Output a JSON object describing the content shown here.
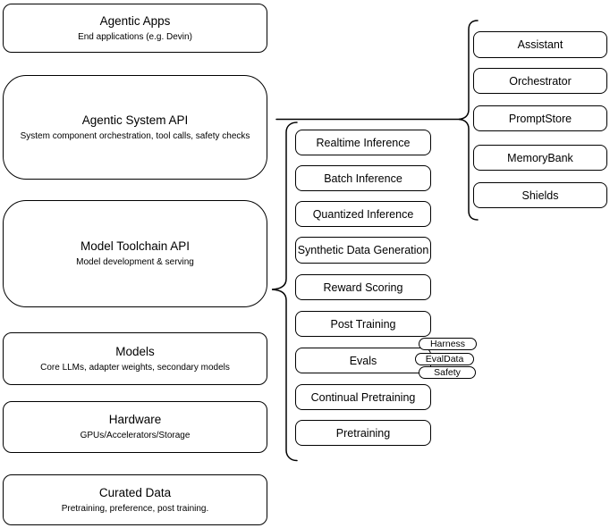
{
  "diagram": {
    "left_stack": [
      {
        "title": "Agentic Apps",
        "subtitle": "End applications (e.g. Devin)"
      },
      {
        "title": "Agentic System API",
        "subtitle": "System component orchestration, tool calls, safety checks"
      },
      {
        "title": "Model Toolchain API",
        "subtitle": "Model development & serving"
      },
      {
        "title": "Models",
        "subtitle": "Core LLMs, adapter weights, secondary models"
      },
      {
        "title": "Hardware",
        "subtitle": "GPUs/Accelerators/Storage"
      },
      {
        "title": "Curated Data",
        "subtitle": "Pretraining, preference, post training."
      }
    ],
    "toolchain_stack": [
      "Realtime Inference",
      "Batch Inference",
      "Quantized Inference",
      "Synthetic Data Generation",
      "Reward Scoring",
      "Post Training",
      "Evals",
      "Continual Pretraining",
      "Pretraining"
    ],
    "eval_tags": [
      "Harness",
      "EvalData",
      "Safety"
    ],
    "system_stack": [
      "Assistant",
      "Orchestrator",
      "PromptStore",
      "MemoryBank",
      "Shields"
    ],
    "colors": {
      "stroke": "#000000",
      "background": "#ffffff",
      "text": "#000000"
    }
  }
}
